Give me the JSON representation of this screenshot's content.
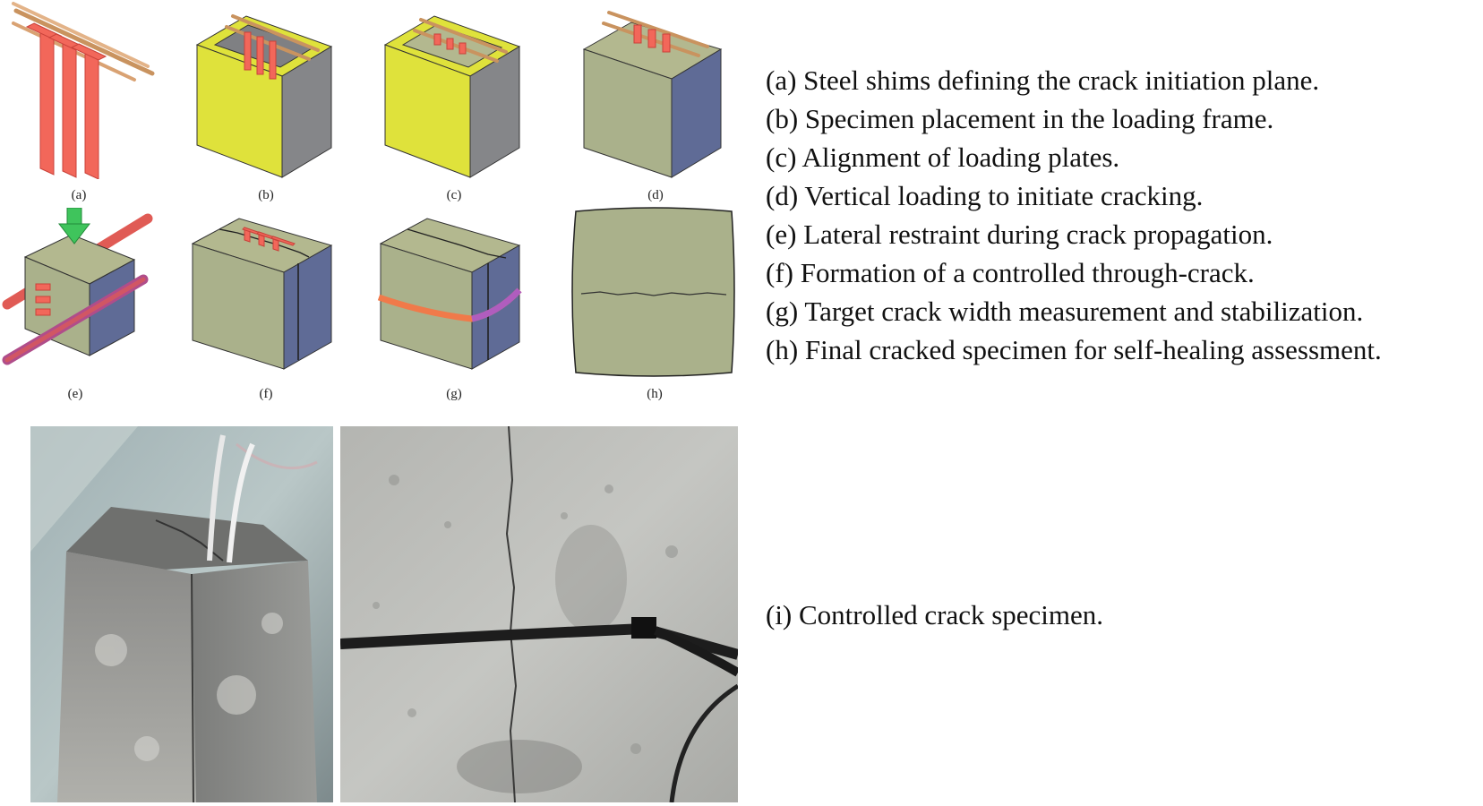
{
  "panels": [
    {
      "id": "a",
      "label": "(a)"
    },
    {
      "id": "b",
      "label": "(b)"
    },
    {
      "id": "c",
      "label": "(c)"
    },
    {
      "id": "d",
      "label": "(d)"
    },
    {
      "id": "e",
      "label": "(e)"
    },
    {
      "id": "f",
      "label": "(f)"
    },
    {
      "id": "g",
      "label": "(g)"
    },
    {
      "id": "h",
      "label": "(h)"
    }
  ],
  "captions": [
    "(a) Steel shims defining the crack initiation plane.",
    "(b) Specimen placement in the loading frame.",
    "(c) Alignment of loading plates.",
    "(d) Vertical loading to initiate cracking.",
    "(e) Lateral restraint during crack propagation.",
    "(f) Formation of a controlled through-crack.",
    "(g) Target crack width measurement and stabilization.",
    "(h) Final cracked specimen for self-healing assessment."
  ],
  "photo_caption": "(i) Controlled crack specimen.",
  "colors": {
    "shim": "#f2675a",
    "rod": "#d9a273",
    "frame_yellow": "#dfe23b",
    "cube_top": "#b3b88f",
    "cube_front": "#aab18b",
    "cube_side_grey": "#858689",
    "cube_side_blue": "#5f6b96",
    "arrow_green": "#3fc45c",
    "restraint_bar": "#e05b55",
    "band_orange": "#f07a4a",
    "band_purple": "#b05dbe",
    "concrete": "#8e8f8e"
  }
}
